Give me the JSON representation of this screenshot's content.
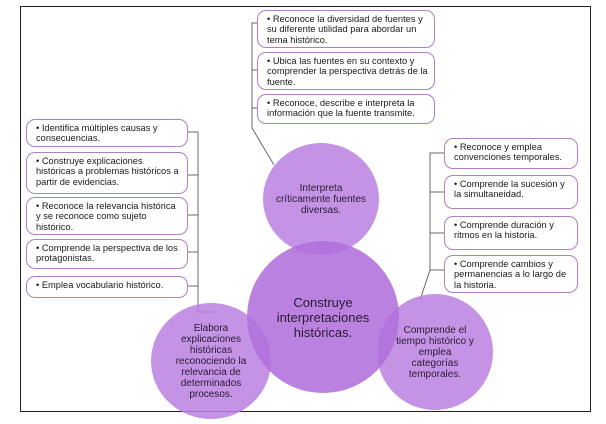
{
  "center": {
    "label": "Construye interpretaciones históricas."
  },
  "top": {
    "circle": "Interpreta críticamente fuentes diversas.",
    "items": [
      "• Reconoce la diversidad de fuentes y su diferente utilidad para abordar un tema histórico.",
      "• Ubica las fuentes en su contexto y comprender la perspectiva detrás de la fuente.",
      "• Reconoce, describe e interpreta la información que la fuente transmite."
    ]
  },
  "left": {
    "circle": "Elabora explicaciones históricas reconociendo la relevancia de determinados procesos.",
    "items": [
      "• Identifica múltiples causas y consecuencias.",
      "• Construye explicaciones históricas a problemas históricos a partir de evidencias.",
      "• Reconoce la relevancia histórica y se reconoce como sujeto histórico.",
      "• Comprende la perspectiva de los protagonistas.",
      "• Emplea vocabulario histórico."
    ]
  },
  "right": {
    "circle": "Comprende el tiempo histórico y emplea categorías temporales.",
    "items": [
      "• Reconoce y emplea convenciones temporales.",
      "• Comprende la sucesión y la simultaneidad.",
      "• Comprende duración y ritmos en la historia.",
      "• Comprende cambios y permanencias a lo largo de la historia."
    ]
  },
  "colors": {
    "circle_fill": "#bb80e0",
    "box_border": "#b17fc3",
    "connector": "#666666"
  }
}
